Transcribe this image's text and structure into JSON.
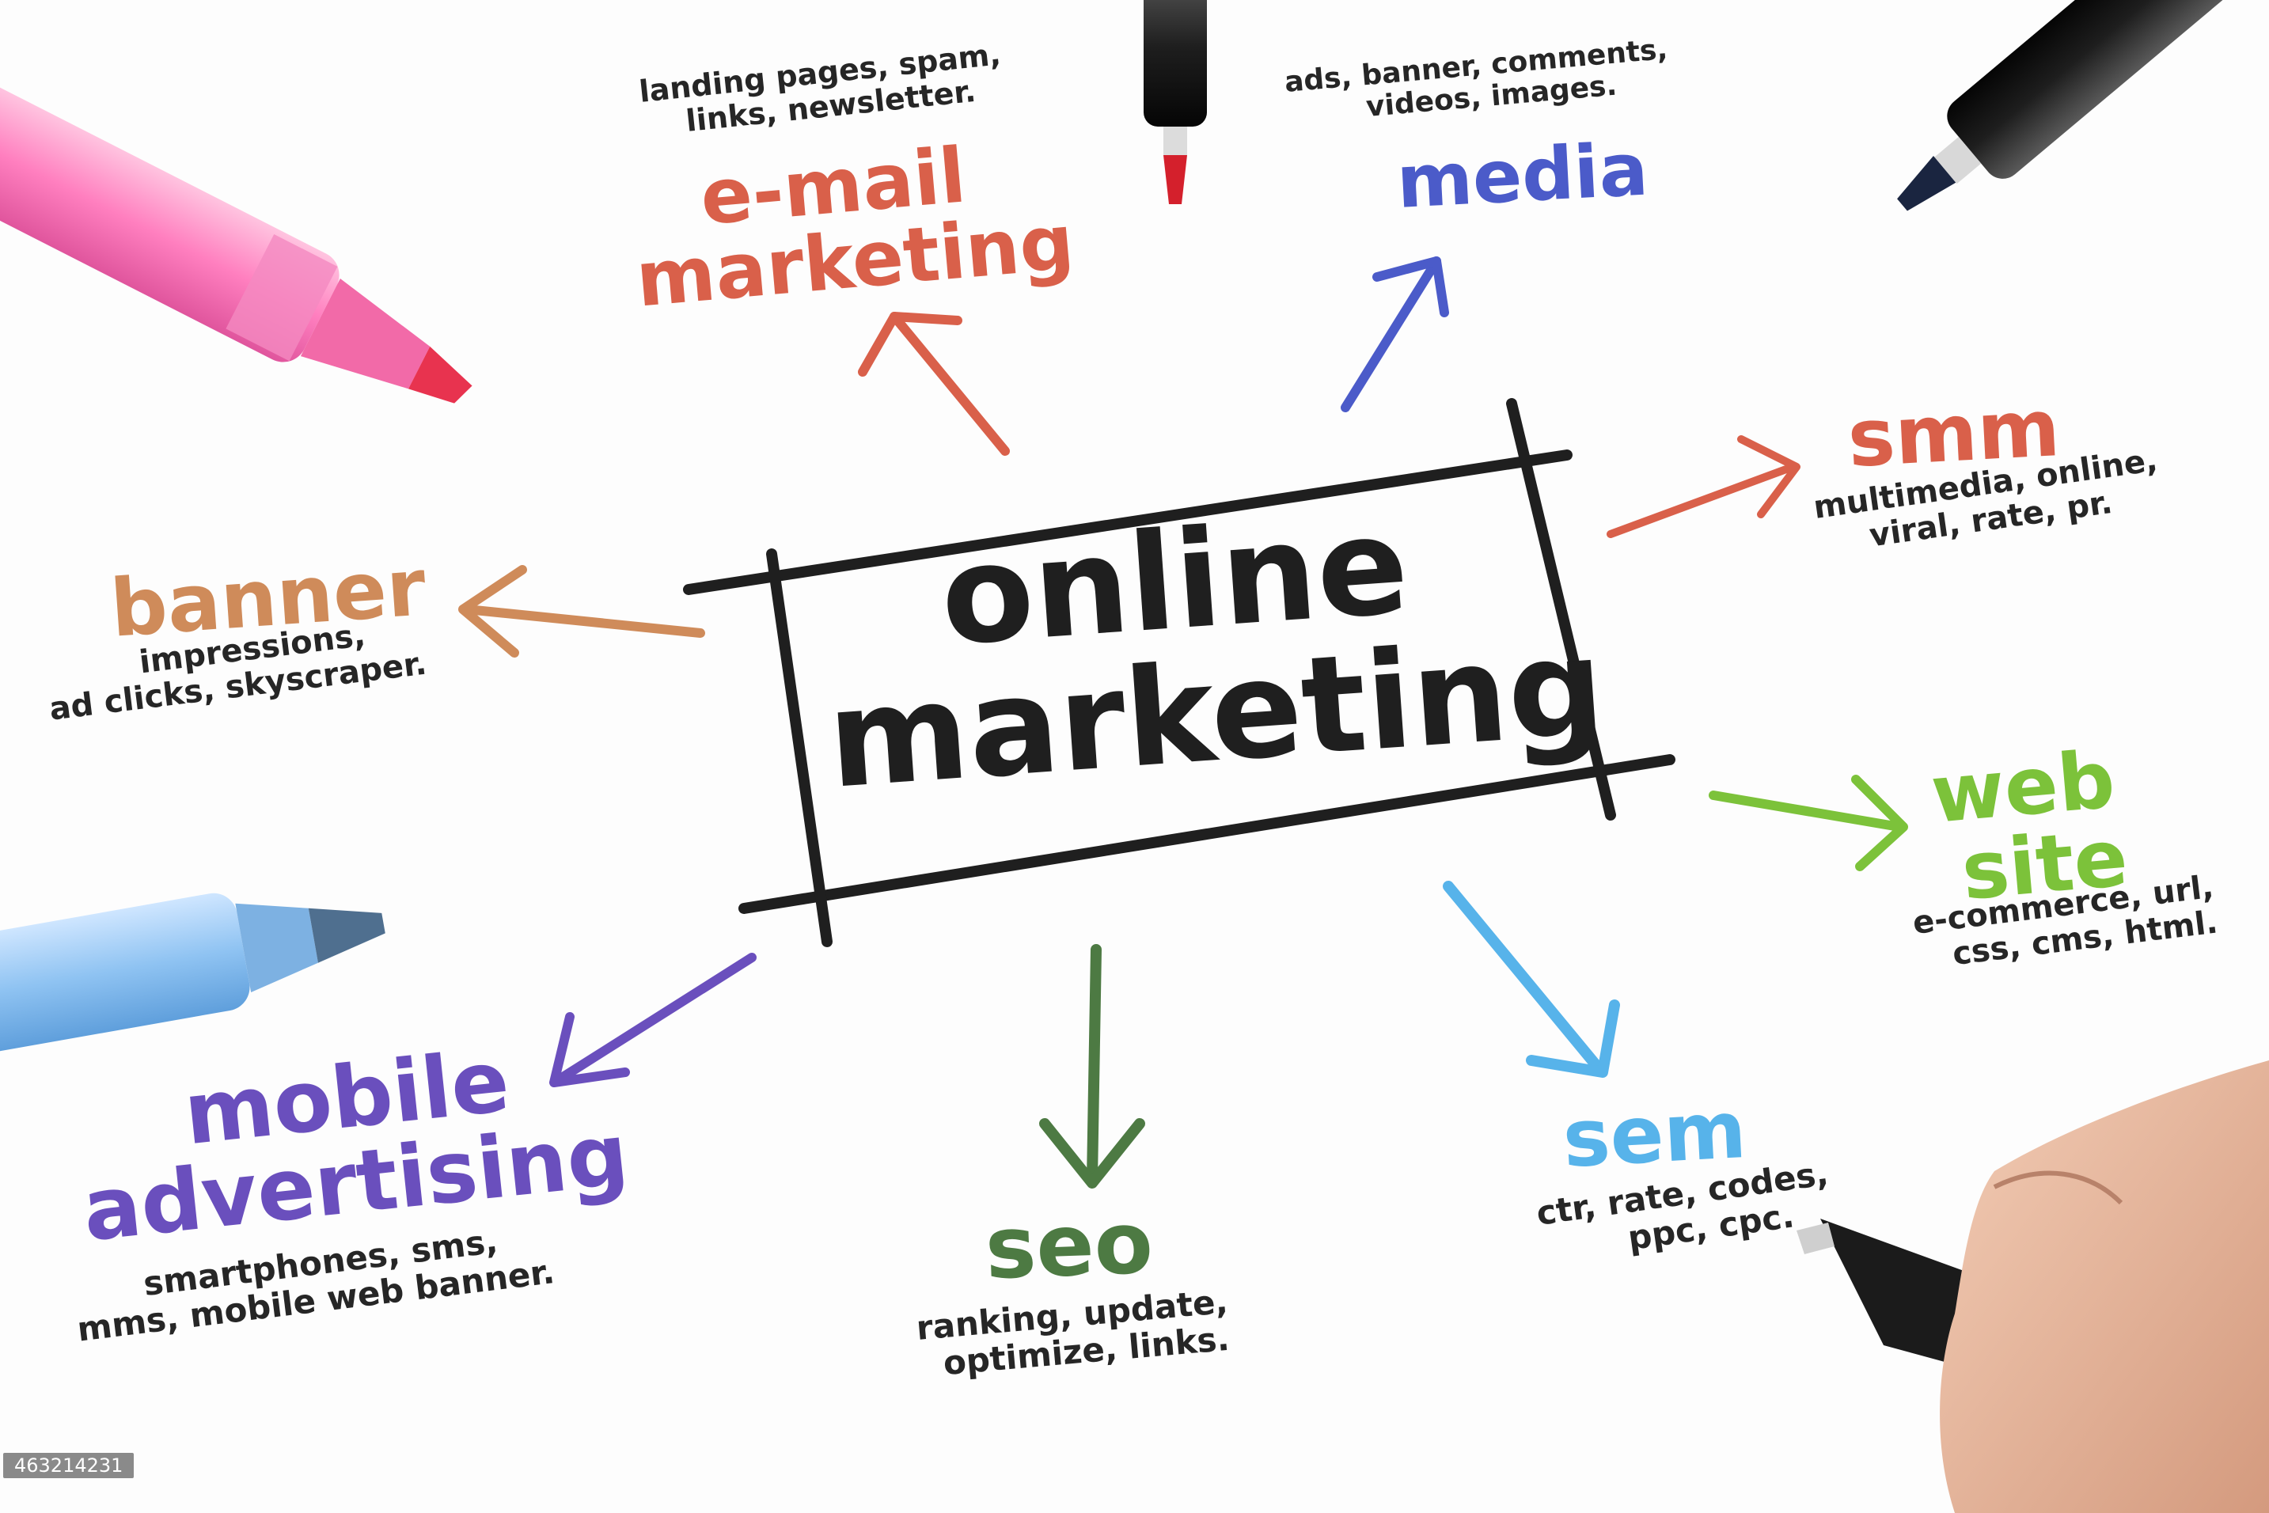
{
  "center": {
    "line1": "online",
    "line2": "marketing"
  },
  "branches": {
    "email": {
      "title_line1": "e-mail",
      "title_line2": "marketing",
      "details_line1": "landing pages, spam,",
      "details_line2": "links, newsletter.",
      "color": "#d9604a"
    },
    "media": {
      "title": "media",
      "details_line1": "ads, banner, comments,",
      "details_line2": "videos, images.",
      "color": "#4b5bc9"
    },
    "smm": {
      "title": "smm",
      "details_line1": "multimedia, online,",
      "details_line2": "viral, rate, pr.",
      "color": "#d9604a"
    },
    "website": {
      "title_line1": "web",
      "title_line2": "site",
      "details_line1": "e-commerce, url,",
      "details_line2": "css, cms, html.",
      "color": "#7cc23a"
    },
    "sem": {
      "title": "sem",
      "details_line1": "ctr, rate, codes,",
      "details_line2": "ppc, cpc.",
      "color": "#57b3ea"
    },
    "seo": {
      "title": "seo",
      "details_line1": "ranking, update,",
      "details_line2": "optimize, links.",
      "color": "#4d7a43"
    },
    "mobile": {
      "title_line1": "mobile",
      "title_line2": "advertising",
      "details_line1": "smartphones, sms,",
      "details_line2": "mms, mobile web banner.",
      "color": "#6a4fbd"
    },
    "banner": {
      "title": "banner",
      "details_line1": "impressions,",
      "details_line2": "ad clicks, skyscraper.",
      "color": "#cf8b5a"
    }
  },
  "watermark": "463214231"
}
